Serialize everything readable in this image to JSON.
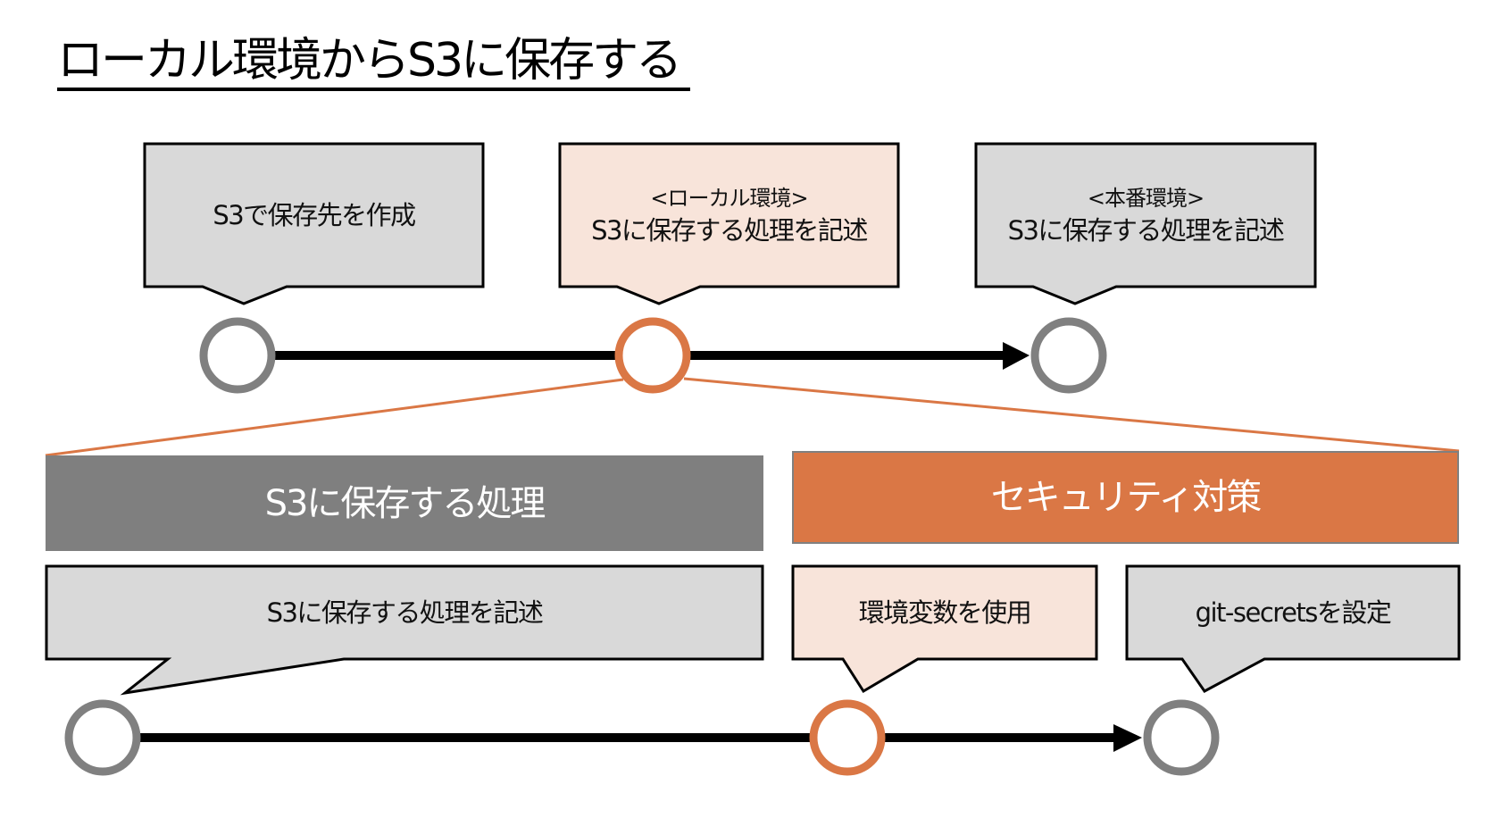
{
  "title": "ローカル環境からS3に保存する",
  "colors": {
    "gray_box": "#D9D9D9",
    "peach_box": "#F8E4DA",
    "gray_header": "#7F7F7F",
    "orange": "#DA7745",
    "circle_gray": "#808080",
    "line": "#000000"
  },
  "top_timeline": {
    "steps": [
      {
        "sub": "",
        "label": "S3で保存先を作成",
        "highlight": false
      },
      {
        "sub": "<ローカル環境>",
        "label": "S3に保存する処理を記述",
        "highlight": true
      },
      {
        "sub": "<本番環境>",
        "label": "S3に保存する処理を記述",
        "highlight": false
      }
    ]
  },
  "detail": {
    "left_header": "S3に保存する処理",
    "right_header": "セキュリティ対策",
    "left_callout": "S3に保存する処理を記述",
    "right_callouts": [
      {
        "label": "環境変数を使用",
        "highlight": true
      },
      {
        "label": "git-secretsを設定",
        "highlight": false
      }
    ]
  }
}
